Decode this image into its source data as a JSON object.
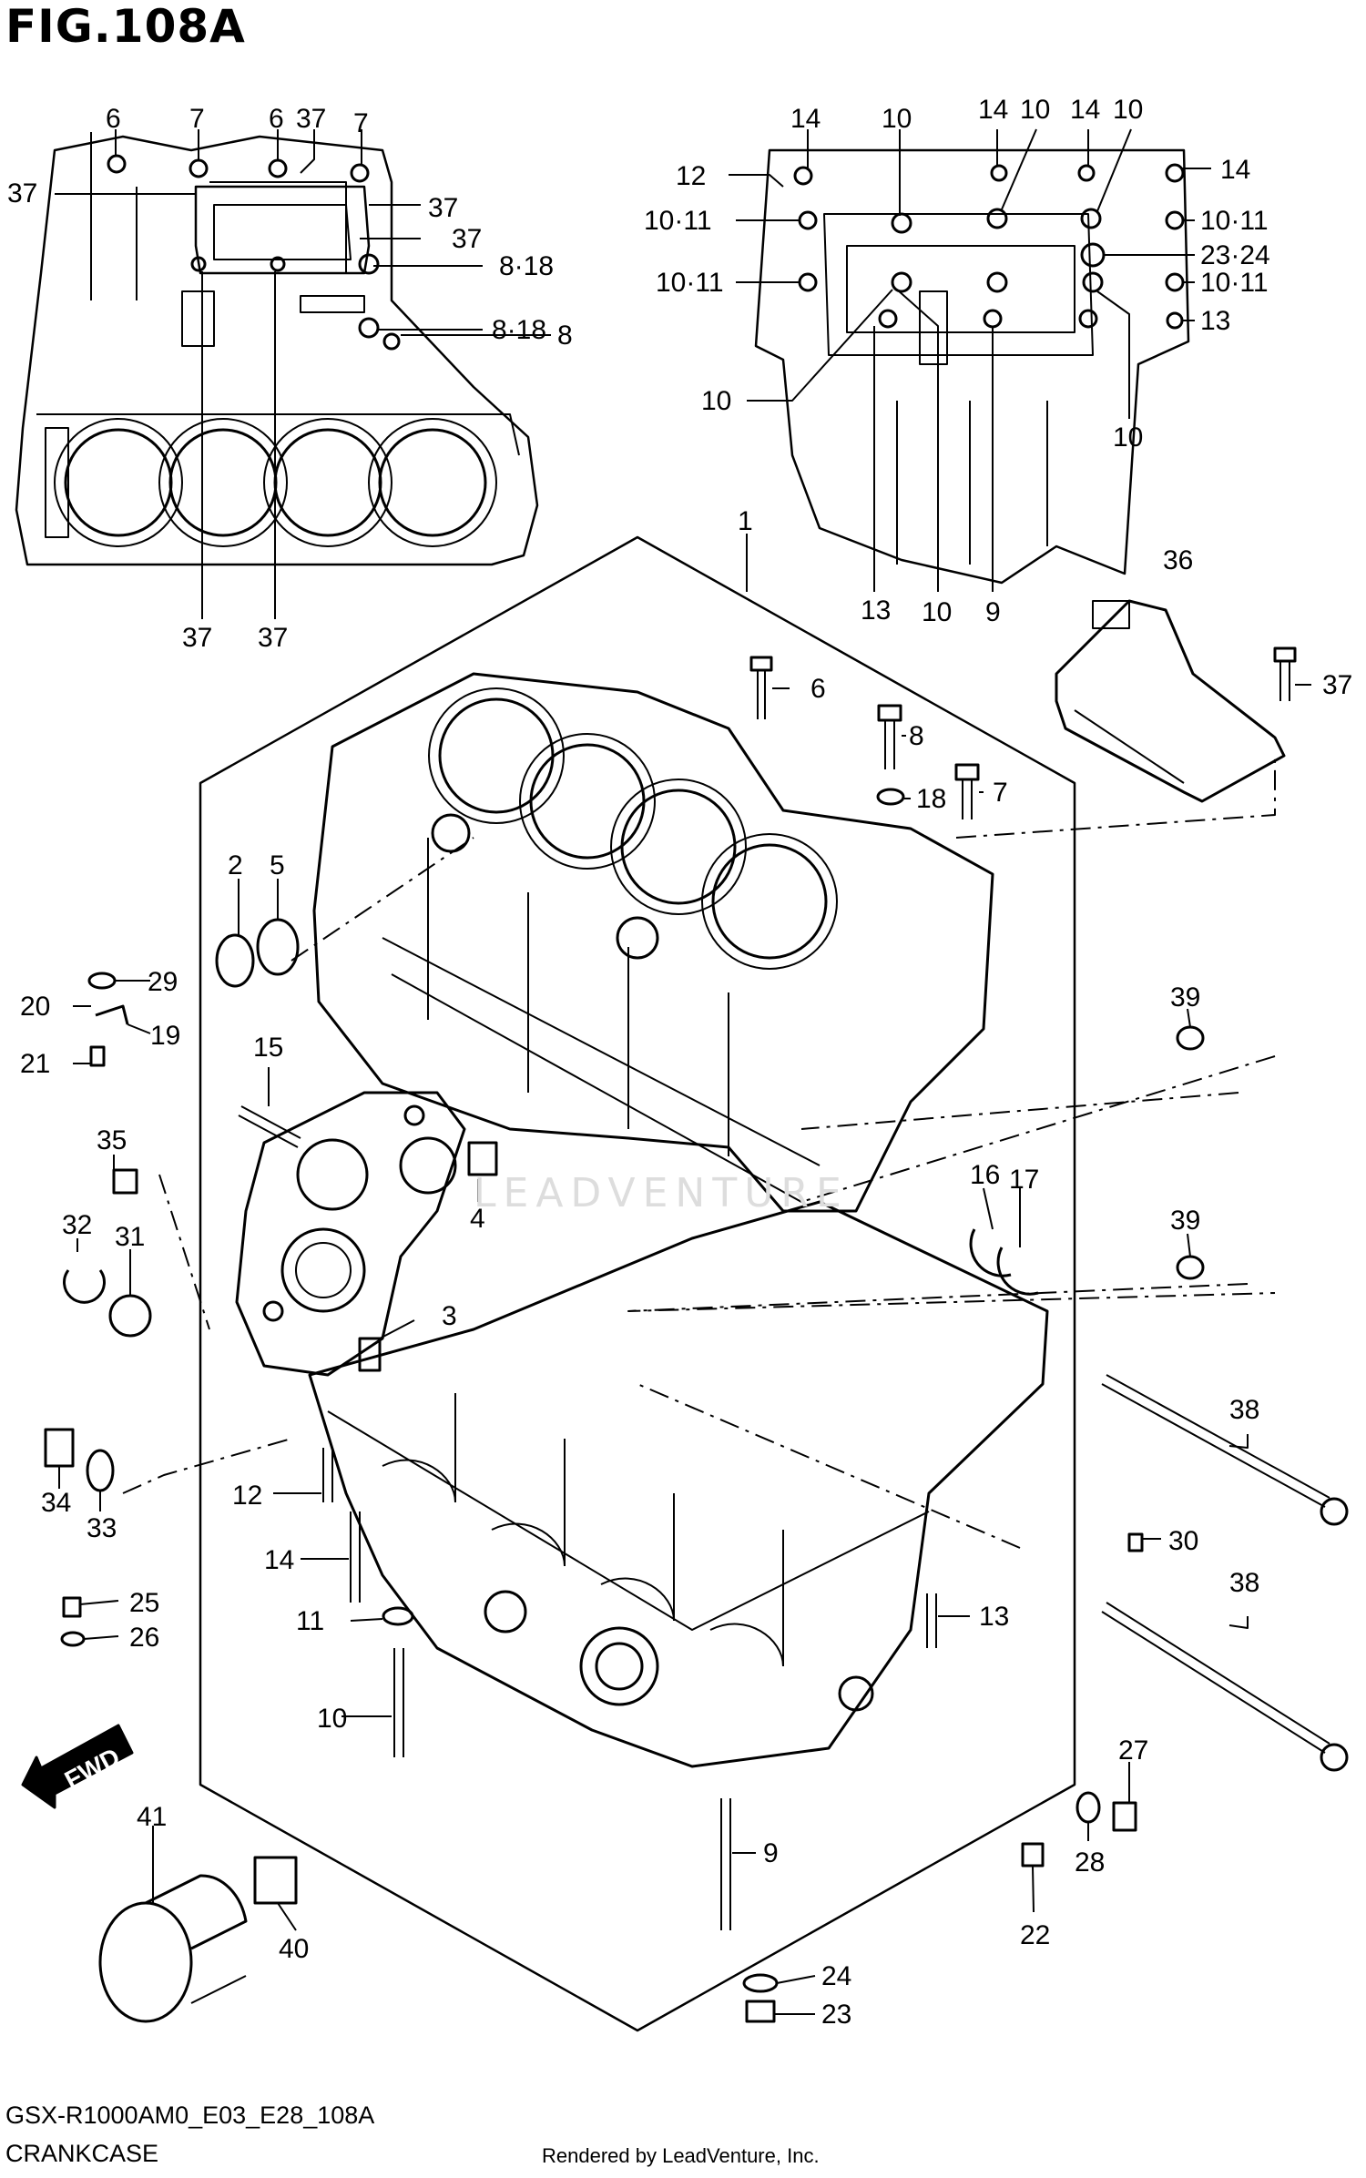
{
  "figure": {
    "title": "FIG.108A",
    "code": "GSX-R1000AM0_E03_E28_108A",
    "name": "CRANKCASE",
    "rendered_by": "Rendered by LeadVenture, Inc.",
    "watermark": "LEADVENTURE",
    "fwd": "FWD"
  },
  "callouts": [
    {
      "label": "6"
    },
    {
      "label": "7"
    },
    {
      "label": "6"
    },
    {
      "label": "37"
    },
    {
      "label": "7"
    },
    {
      "label": "37"
    },
    {
      "label": "37"
    },
    {
      "label": "37"
    },
    {
      "label": "8·18"
    },
    {
      "label": "8·18"
    },
    {
      "label": "8"
    },
    {
      "label": "37"
    },
    {
      "label": "37"
    },
    {
      "label": "14"
    },
    {
      "label": "10"
    },
    {
      "label": "14"
    },
    {
      "label": "10"
    },
    {
      "label": "14"
    },
    {
      "label": "10"
    },
    {
      "label": "12"
    },
    {
      "label": "14"
    },
    {
      "label": "10·11"
    },
    {
      "label": "10·11"
    },
    {
      "label": "23·24"
    },
    {
      "label": "10·11"
    },
    {
      "label": "10·11"
    },
    {
      "label": "13"
    },
    {
      "label": "10"
    },
    {
      "label": "10"
    },
    {
      "label": "13"
    },
    {
      "label": "10"
    },
    {
      "label": "9"
    },
    {
      "label": "1"
    },
    {
      "label": "36"
    },
    {
      "label": "6"
    },
    {
      "label": "37"
    },
    {
      "label": "8"
    },
    {
      "label": "18"
    },
    {
      "label": "7"
    },
    {
      "label": "2"
    },
    {
      "label": "5"
    },
    {
      "label": "29"
    },
    {
      "label": "20"
    },
    {
      "label": "19"
    },
    {
      "label": "21"
    },
    {
      "label": "15"
    },
    {
      "label": "39"
    },
    {
      "label": "35"
    },
    {
      "label": "4"
    },
    {
      "label": "16"
    },
    {
      "label": "17"
    },
    {
      "label": "32"
    },
    {
      "label": "31"
    },
    {
      "label": "39"
    },
    {
      "label": "3"
    },
    {
      "label": "38"
    },
    {
      "label": "34"
    },
    {
      "label": "33"
    },
    {
      "label": "12"
    },
    {
      "label": "30"
    },
    {
      "label": "14"
    },
    {
      "label": "25"
    },
    {
      "label": "26"
    },
    {
      "label": "11"
    },
    {
      "label": "13"
    },
    {
      "label": "38"
    },
    {
      "label": "10"
    },
    {
      "label": "27"
    },
    {
      "label": "41"
    },
    {
      "label": "28"
    },
    {
      "label": "9"
    },
    {
      "label": "40"
    },
    {
      "label": "22"
    },
    {
      "label": "24"
    },
    {
      "label": "23"
    }
  ]
}
